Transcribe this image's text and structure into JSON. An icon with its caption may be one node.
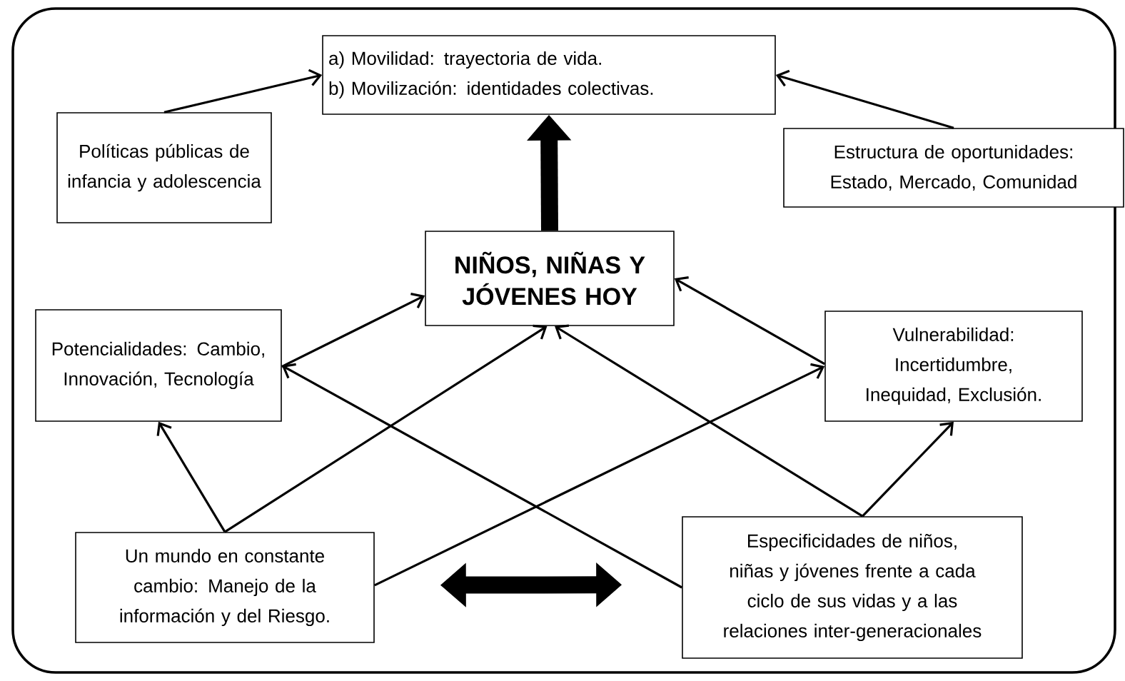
{
  "diagram": {
    "nodes": [
      {
        "text": [
          "a)  Movilidad: trayectoria de vida.",
          "b)  Movilización: identidades colectivas."
        ]
      },
      {
        "text": [
          "Políticas públicas de infancia y adolescencia"
        ]
      },
      {
        "text": [
          "Estructura de oportunidades: Estado, Mercado, Comunidad"
        ]
      },
      {
        "text": [
          "NIÑOS, NIÑAS Y JÓVENES HOY"
        ]
      },
      {
        "text": [
          "Potencialidades: Cambio, Innovación, Tecnología"
        ]
      },
      {
        "text": [
          "Vulnerabilidad: Incertidumbre, Inequidad, Exclusión."
        ]
      },
      {
        "text": [
          "Un mundo en constante cambio: Manejo de la información y del Riesgo."
        ]
      },
      {
        "text": [
          "Especificidades de niños, niñas y jóvenes frente a cada ciclo de sus vidas y a las relaciones inter-generacionales"
        ]
      }
    ],
    "edges": [
      {
        "from": 1,
        "to": 0,
        "arrow": "to"
      },
      {
        "from": 2,
        "to": 0,
        "arrow": "to"
      },
      {
        "from": 3,
        "to": 0,
        "arrow": "to",
        "style": "thick"
      },
      {
        "from": 4,
        "to": 3,
        "arrow": "to"
      },
      {
        "from": 5,
        "to": 3,
        "arrow": "to"
      },
      {
        "from": 6,
        "to": 4,
        "arrow": "to"
      },
      {
        "from": 6,
        "to": 3,
        "arrow": "to"
      },
      {
        "from": 6,
        "to": 5,
        "arrow": "to"
      },
      {
        "from": 7,
        "to": 4,
        "arrow": "to"
      },
      {
        "from": 7,
        "to": 3,
        "arrow": "to"
      },
      {
        "from": 7,
        "to": 5,
        "arrow": "to"
      },
      {
        "from": 6,
        "to": 7,
        "arrow": "both",
        "style": "thick"
      }
    ]
  }
}
